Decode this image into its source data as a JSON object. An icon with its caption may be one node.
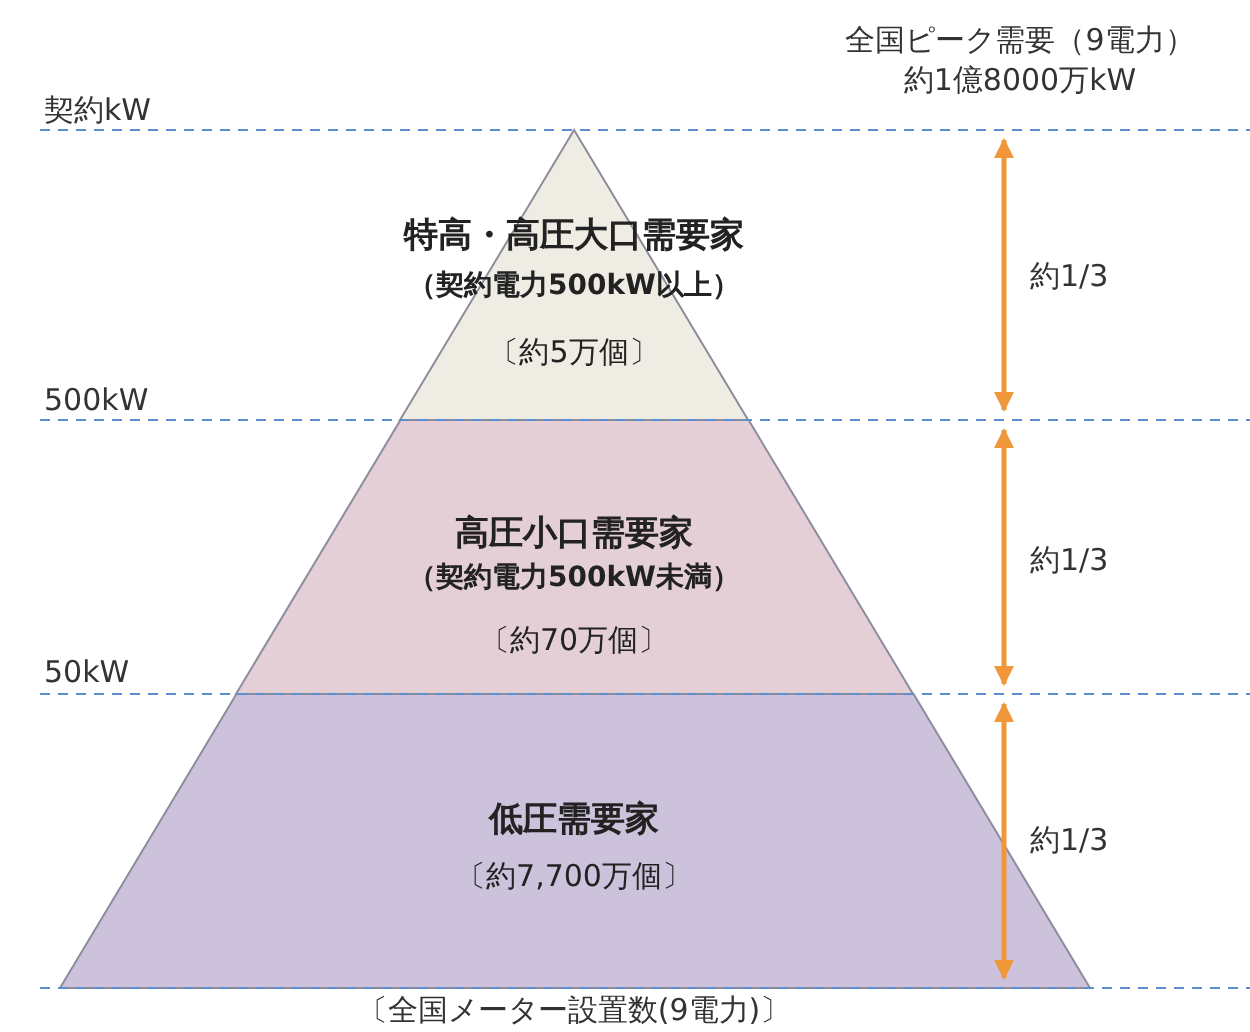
{
  "diagram": {
    "nodes": [
      {
        "text": [
          "特高・高圧大口需要家",
          "（契約電力500kW以上）",
          "〔約5万個〕"
        ]
      },
      {
        "text": [
          "高圧小口需要家",
          "（契約電力500kW未満）",
          "〔約70万個〕"
        ]
      },
      {
        "text": [
          "低圧需要家",
          "〔約7,700万個〕"
        ]
      }
    ],
    "labels": [
      "全国ピーク需要（9電力）",
      "約1億8000万kW",
      "契約kW",
      "約1/3",
      "500kW",
      "約1/3",
      "50kW",
      "約1/3",
      "〔全国メーター設置数(9電力)〕"
    ]
  }
}
